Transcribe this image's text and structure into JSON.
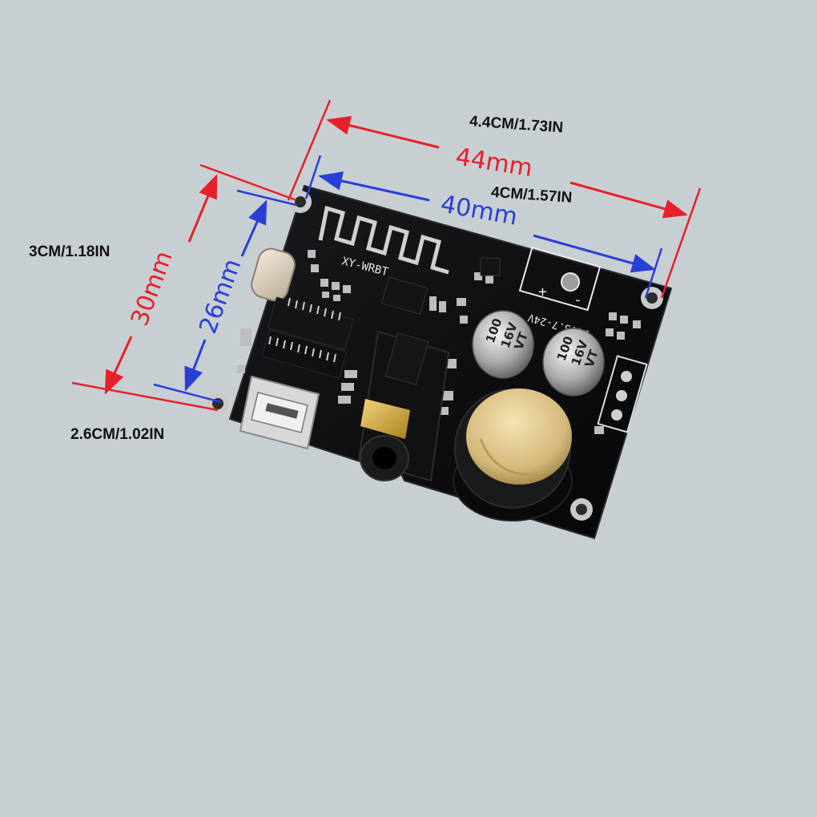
{
  "colors": {
    "background": "#c8cfd3",
    "board": "#0d0d0f",
    "outer_dimension": "#e8202a",
    "inner_dimension": "#2a3fd6",
    "imperial_text": "#111111"
  },
  "dimensions": {
    "length_outer_mm": "44mm",
    "length_outer_imperial": "4.4CM/1.73IN",
    "length_inner_mm": "40mm",
    "length_inner_imperial": "4CM/1.57IN",
    "width_outer_mm": "30mm",
    "width_outer_imperial": "3CM/1.18IN",
    "width_inner_mm": "26mm",
    "width_inner_imperial": "2.6CM/1.02IN"
  },
  "board": {
    "model_label": "XY-WRBT",
    "voltage_label": "DC:3.7-24V",
    "polarity_plus": "+",
    "polarity_minus": "-",
    "capacitors": [
      {
        "value": "100",
        "voltage": "16V",
        "mark": "VT"
      },
      {
        "value": "100",
        "voltage": "16V",
        "mark": "VT"
      }
    ]
  }
}
